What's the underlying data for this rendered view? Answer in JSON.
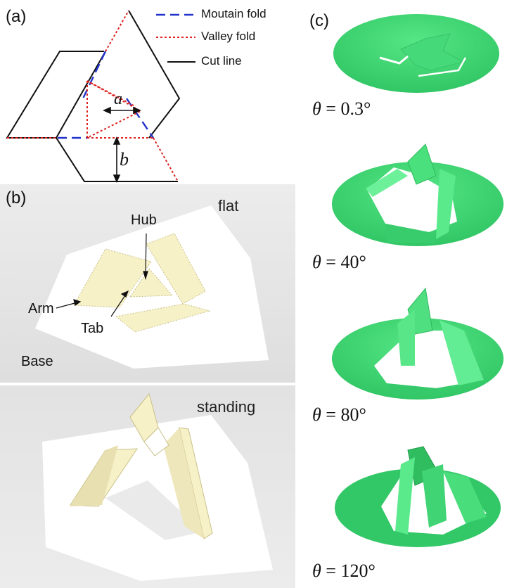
{
  "panel_a": {
    "label": "(a)",
    "legend": [
      {
        "text": "Moutain fold",
        "color": "#2233cc",
        "style": "dashed"
      },
      {
        "text": "Valley fold",
        "color": "#dd2222",
        "style": "dotted"
      },
      {
        "text": "Cut line",
        "color": "#111111",
        "style": "solid"
      }
    ],
    "dim_a": "a",
    "dim_b": "b"
  },
  "panel_b": {
    "label": "(b)",
    "flat_label": "flat",
    "standing_label": "standing",
    "annotations": {
      "hub": "Hub",
      "arm": "Arm",
      "tab": "Tab",
      "base": "Base"
    }
  },
  "panel_c": {
    "label": "(c)",
    "angles": [
      {
        "prefix": "θ",
        "eq": " = ",
        "value": "0.3°"
      },
      {
        "prefix": "θ",
        "eq": " = ",
        "value": "40°"
      },
      {
        "prefix": "θ",
        "eq": " = ",
        "value": "80°"
      },
      {
        "prefix": "θ",
        "eq": " = ",
        "value": "120°"
      }
    ]
  },
  "colors": {
    "green": "#3fd772",
    "paper": "#f7f1c8",
    "photo_bg": "#e9e9e9"
  }
}
